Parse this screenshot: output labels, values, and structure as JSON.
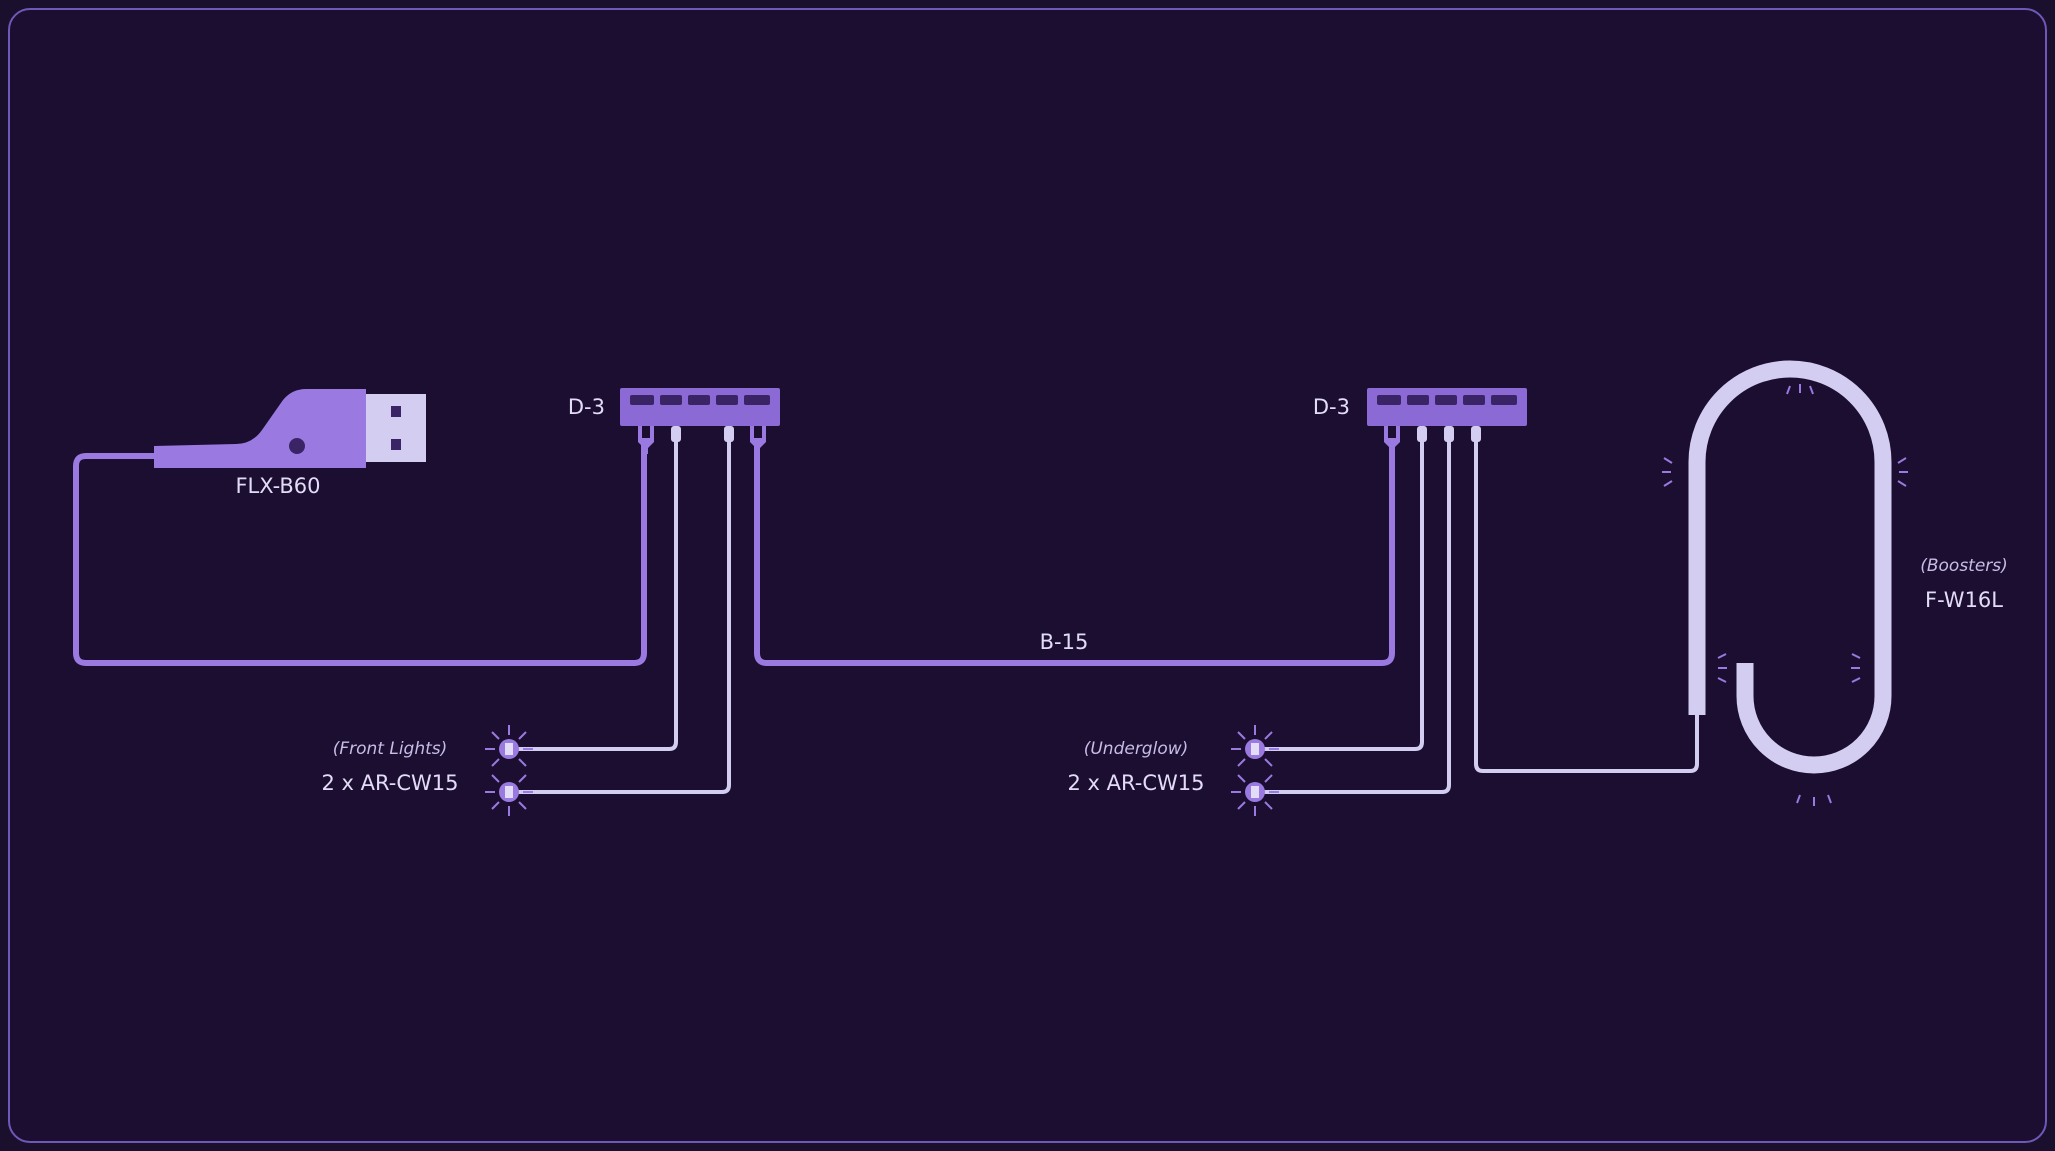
{
  "colors": {
    "background": "#1b0e30",
    "frame_border": "#6f58b8",
    "purple_wire": "#9a7ae0",
    "white_wire": "#d4cdf2",
    "hub_body": "#8b6ad6",
    "hub_port": "#3a2466",
    "label_text": "#e3dcf7",
    "subtitle_text": "#c6bce6"
  },
  "components": {
    "usb": {
      "label": "FLX-B60",
      "icon": "usb-connector-icon"
    },
    "hub_left": {
      "label": "D-3",
      "icon": "hub-icon"
    },
    "hub_right": {
      "label": "D-3",
      "icon": "hub-icon"
    },
    "bridge_cable": {
      "label": "B-15"
    },
    "front_lights": {
      "subtitle": "(Front Lights)",
      "label": "2 x AR-CW15",
      "icon": "led-light-icon"
    },
    "underglow": {
      "subtitle": "(Underglow)",
      "label": "2 x AR-CW15",
      "icon": "led-light-icon"
    },
    "boosters": {
      "subtitle": "(Boosters)",
      "label": "F-W16L",
      "icon": "light-strip-icon"
    }
  }
}
